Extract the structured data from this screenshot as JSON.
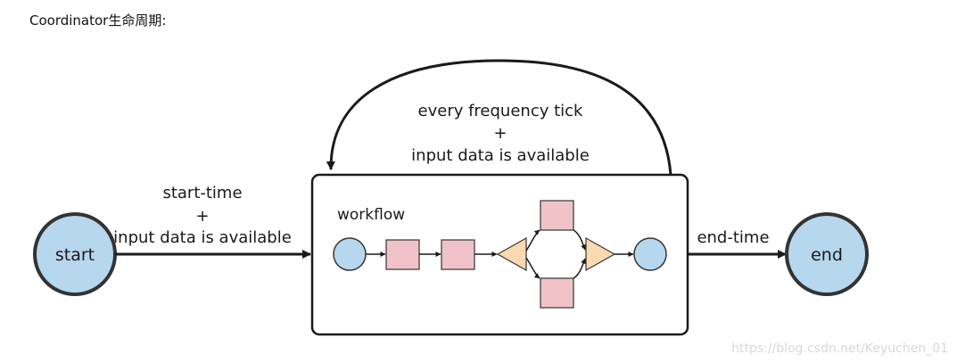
{
  "heading": "Coordinator生命周期:",
  "diagram": {
    "start_label": "start",
    "end_label": "end",
    "workflow_label": "workflow",
    "start_edge": {
      "line1": "start-time",
      "line2": "+",
      "line3": "input data is available"
    },
    "loop_edge": {
      "line1": "every frequency tick",
      "line2": "+",
      "line3": "input data is available"
    },
    "end_edge": "end-time"
  },
  "colors": {
    "node_blue": "#b7d7ee",
    "task_pink": "#f1c3c8",
    "fork_orange": "#fbd9b0",
    "stroke": "#1a1a1a"
  },
  "watermark": "https://blog.csdn.net/Keyuchen_01"
}
